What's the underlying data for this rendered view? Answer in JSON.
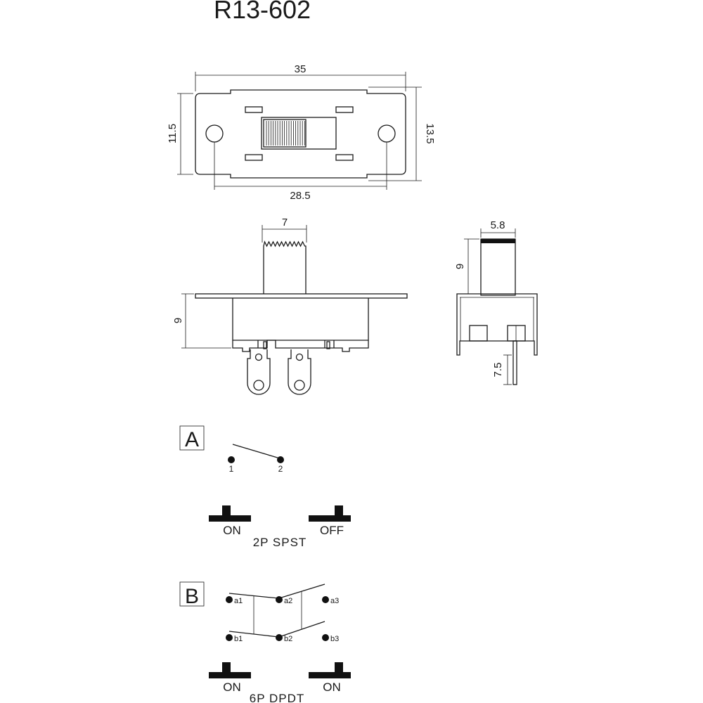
{
  "title": "R13-602",
  "top_view": {
    "dim_width": "35",
    "dim_left_height": "11.5",
    "dim_right_height": "13.5",
    "dim_hole_spacing": "28.5"
  },
  "front_view": {
    "dim_actuator_width": "7",
    "dim_body_height": "9"
  },
  "side_view": {
    "dim_actuator_width": "5.8",
    "dim_actuator_height": "9",
    "dim_pin_length": "7.5"
  },
  "variant_a": {
    "label": "A",
    "pin_1": "1",
    "pin_2": "2",
    "state_left": "ON",
    "state_right": "OFF",
    "name": "2P SPST"
  },
  "variant_b": {
    "label": "B",
    "pins": [
      "a1",
      "a2",
      "a3",
      "b1",
      "b2",
      "b3"
    ],
    "state_left": "ON",
    "state_right": "ON",
    "name": "6P DPDT"
  }
}
